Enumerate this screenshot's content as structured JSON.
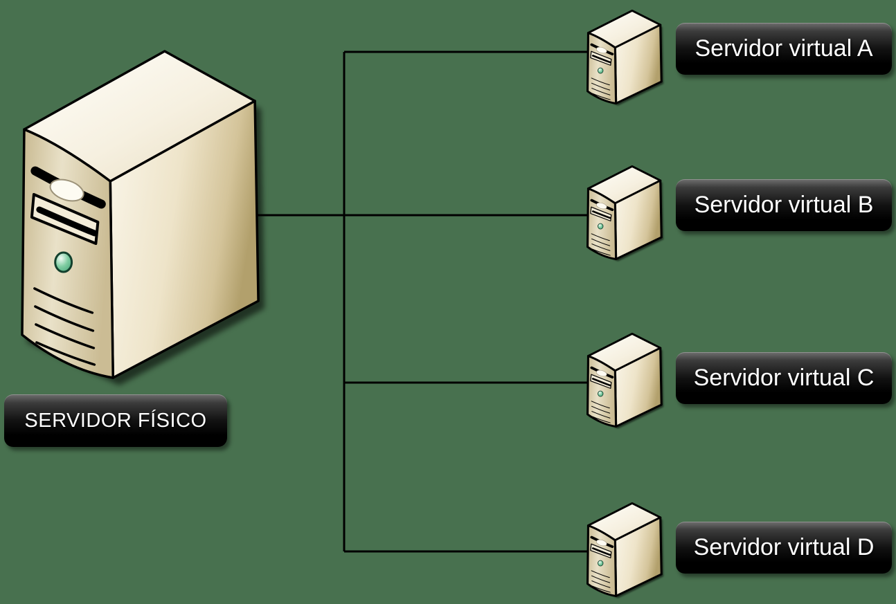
{
  "diagram": {
    "title_hint": "physical-to-virtual-servers",
    "background_color": "#48714f",
    "connector_color": "#000000",
    "physical_server": {
      "label": "SERVIDOR FÍSICO"
    },
    "virtual_servers": [
      {
        "label": "Servidor virtual A"
      },
      {
        "label": "Servidor virtual B"
      },
      {
        "label": "Servidor virtual C"
      },
      {
        "label": "Servidor virtual D"
      }
    ],
    "label_style": {
      "text_color": "#ffffff",
      "box_color": "#000000"
    },
    "tower_colors": {
      "top_face": "#faf6ea",
      "side_face": "#e8dcbd",
      "side_edge": "#b2a06c",
      "front_face": "#d9cba6",
      "power_button": "#4aa97e",
      "outline": "#000000"
    }
  }
}
